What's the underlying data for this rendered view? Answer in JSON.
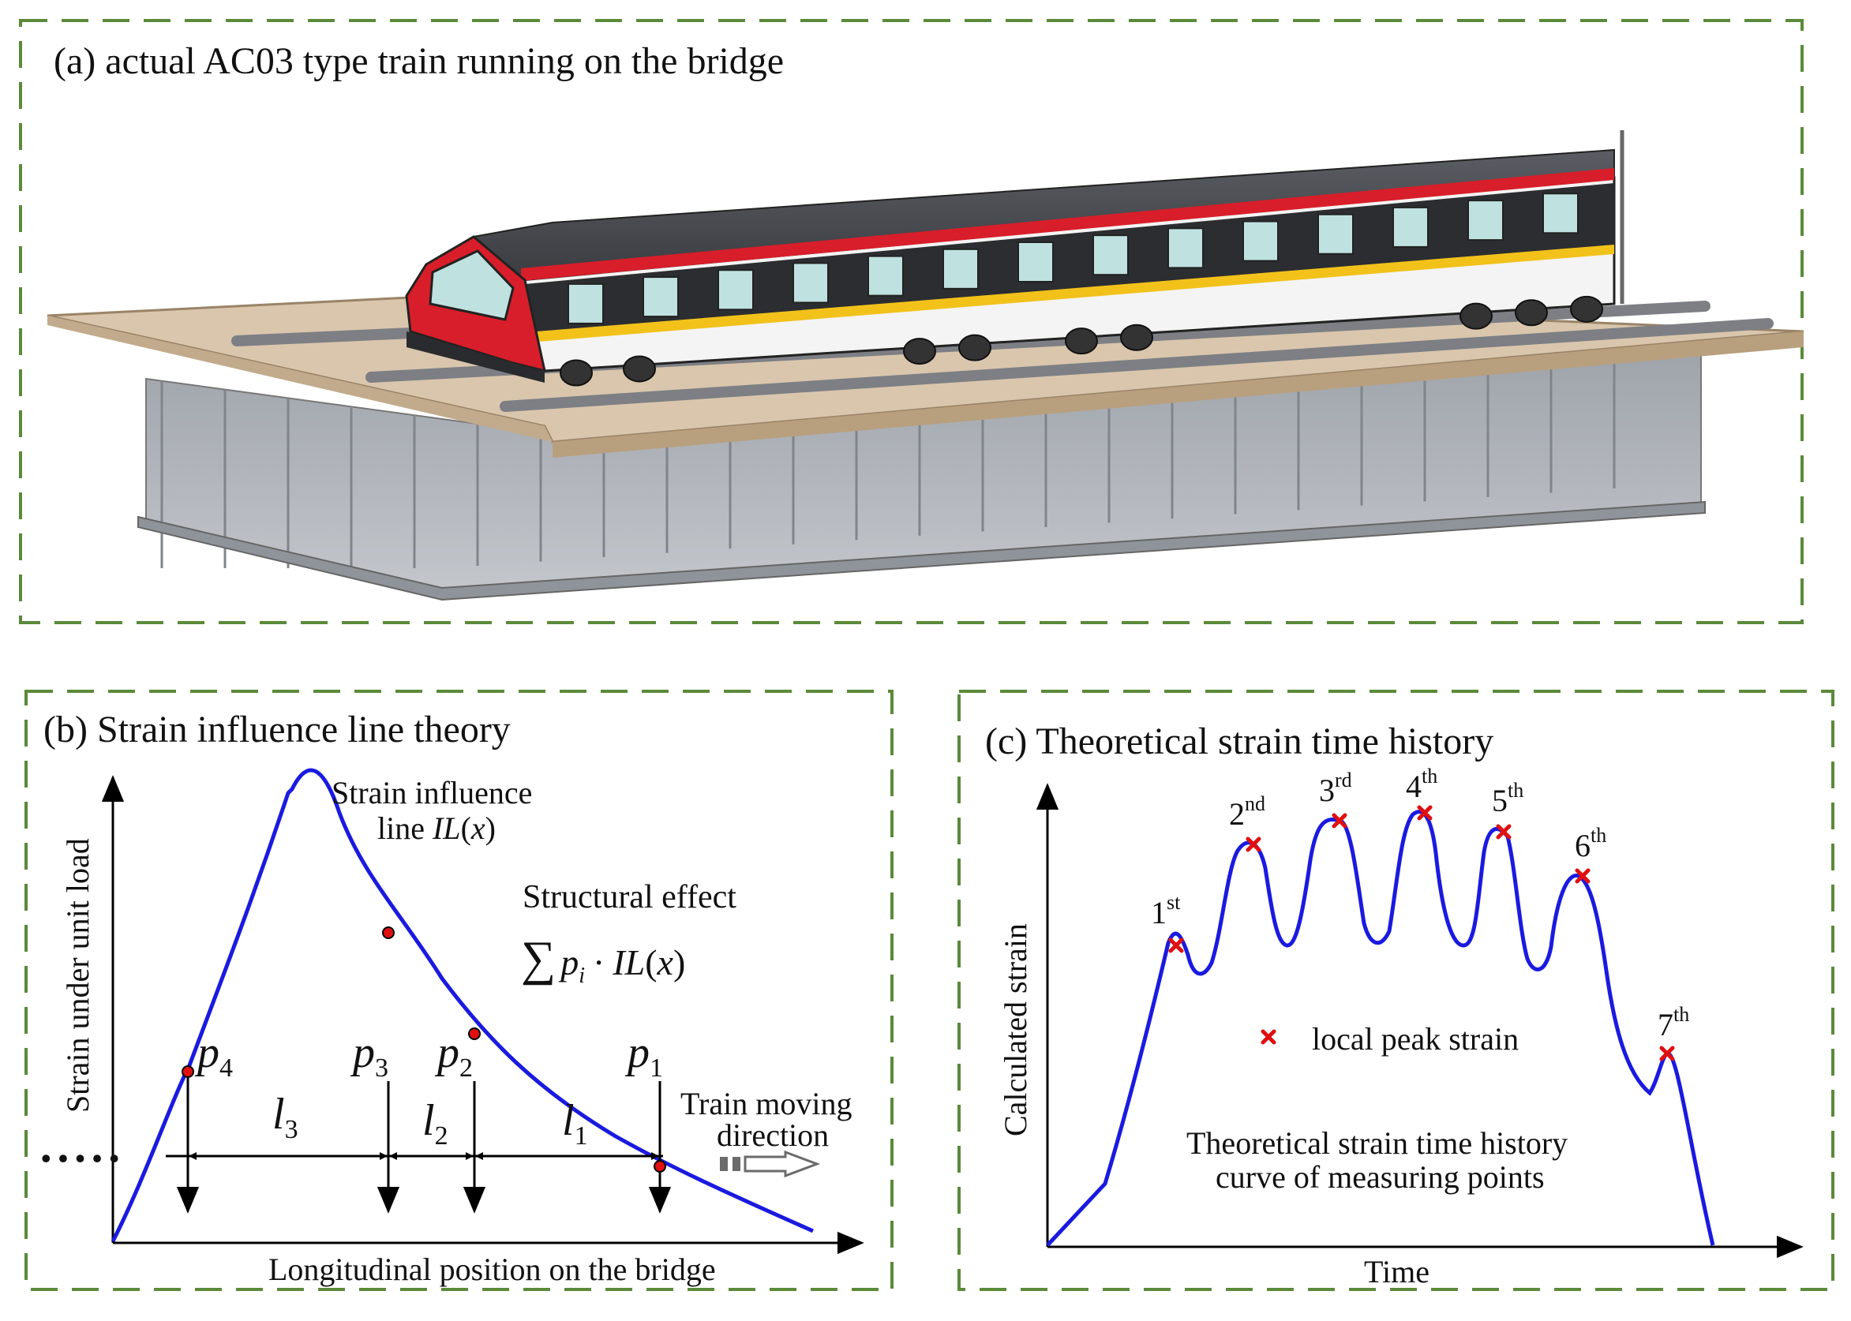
{
  "panel_a": {
    "title": "(a) actual AC03 type train running on the bridge"
  },
  "panel_b": {
    "title": "(b) Strain influence line theory",
    "y_axis_label": "Strain under unit load",
    "x_axis_label": "Longitudinal position on the bridge",
    "curve_label_line1": "Strain influence",
    "curve_label_line2_prefix": "line ",
    "curve_label_func": "IL",
    "curve_label_var": "x",
    "effect_label": "Structural effect",
    "effect_formula": {
      "sum": "∑",
      "p": "p",
      "sub_i": "i",
      "dot": "·",
      "func": "IL",
      "var": "x"
    },
    "loads": [
      {
        "p": "p",
        "sub": "4"
      },
      {
        "p": "p",
        "sub": "3"
      },
      {
        "p": "p",
        "sub": "2"
      },
      {
        "p": "p",
        "sub": "1"
      }
    ],
    "spacings": [
      {
        "l": "l",
        "sub": "3"
      },
      {
        "l": "l",
        "sub": "2"
      },
      {
        "l": "l",
        "sub": "1"
      }
    ],
    "direction_line1": "Train moving",
    "direction_line2": "direction",
    "ellipsis": "• • • • •"
  },
  "panel_c": {
    "title": "(c) Theoretical strain time history",
    "y_axis_label": "Calculated strain",
    "x_axis_label": "Time",
    "legend_label": "local peak strain",
    "caption_line1": "Theoretical strain time history",
    "caption_line2": "curve of measuring points",
    "peaks": [
      {
        "n": "1",
        "suffix": "st"
      },
      {
        "n": "2",
        "suffix": "nd"
      },
      {
        "n": "3",
        "suffix": "rd"
      },
      {
        "n": "4",
        "suffix": "th"
      },
      {
        "n": "5",
        "suffix": "th"
      },
      {
        "n": "6",
        "suffix": "th"
      },
      {
        "n": "7",
        "suffix": "th"
      }
    ]
  },
  "colors": {
    "frame": "#5b8a3a",
    "curve": "#1a1ae0",
    "marker": "#e01010",
    "train_red": "#d81e2a",
    "train_yellow": "#f2c21b",
    "deck": "#d9c6ad",
    "girder": "#a8acb2"
  }
}
